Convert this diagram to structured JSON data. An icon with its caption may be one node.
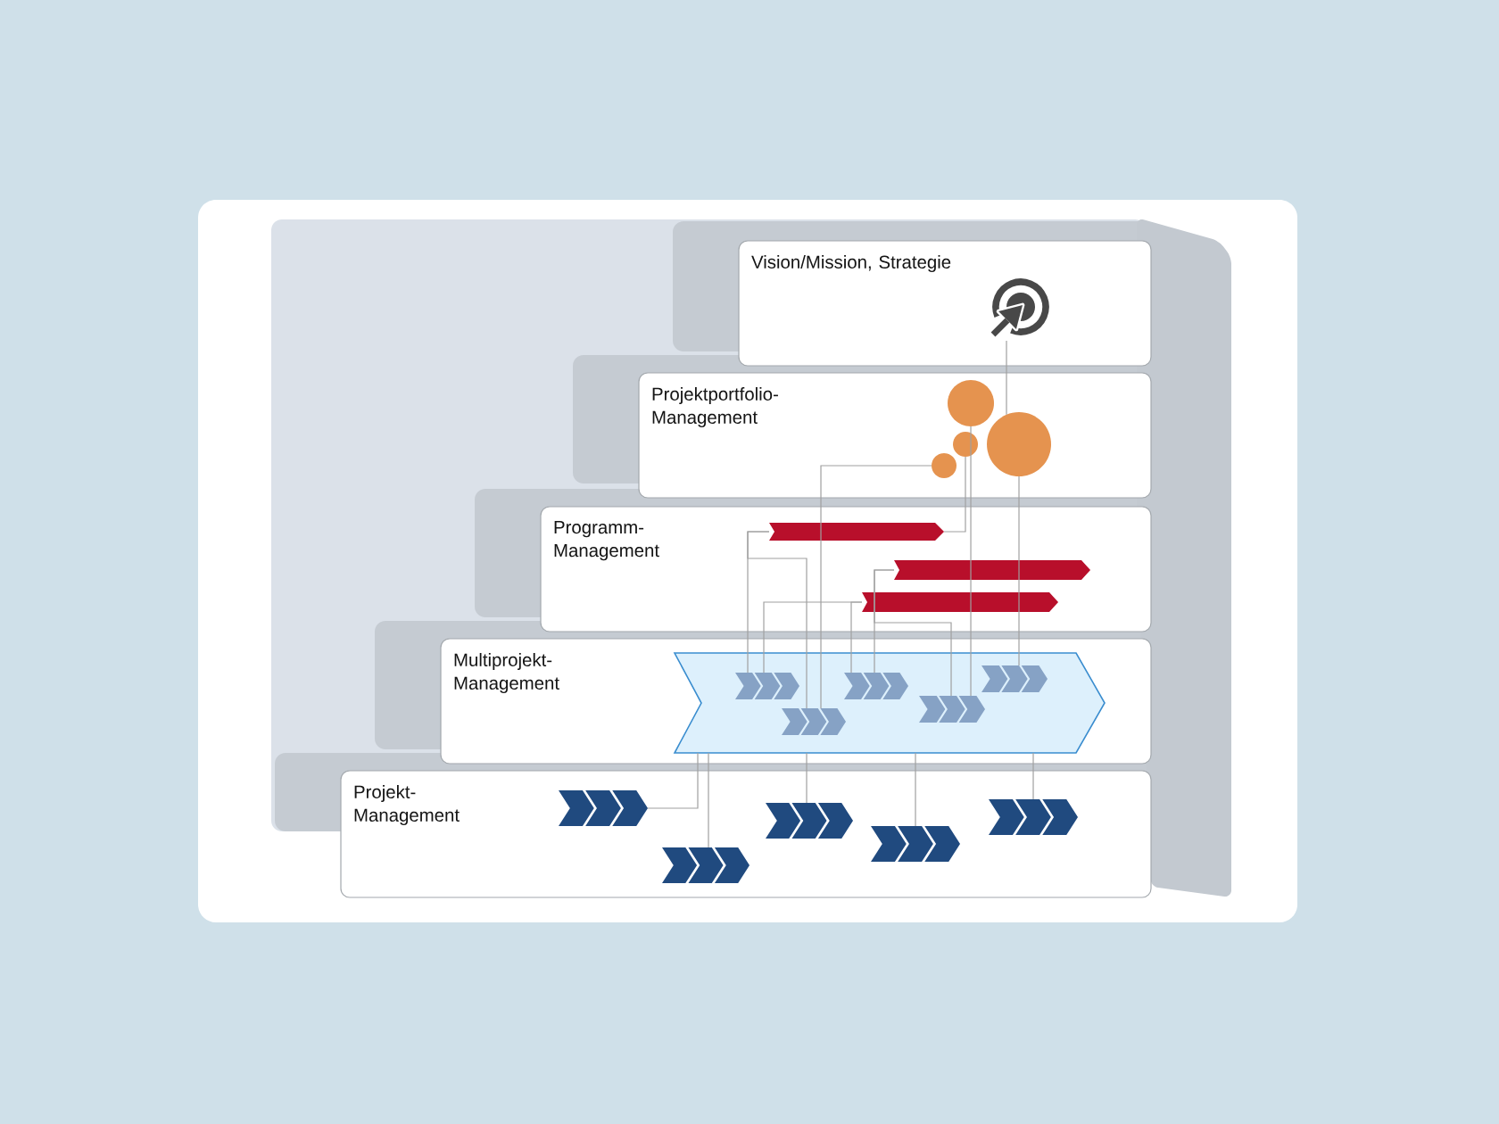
{
  "diagram": {
    "nodes": [
      {
        "text": [
          "Vision/Mission, Strategie"
        ]
      },
      {
        "text": [],
        "shape": "picture",
        "in": 0
      },
      {
        "text": [
          "Projektportfolio-Management"
        ]
      },
      {
        "text": [],
        "shape": "circle",
        "in": 2
      },
      {
        "text": [],
        "shape": "circle",
        "in": 2
      },
      {
        "text": [],
        "shape": "circle",
        "in": 2
      },
      {
        "text": [],
        "shape": "circle",
        "in": 2
      },
      {
        "text": [
          "Programm-Management"
        ]
      },
      {
        "text": [],
        "shape": "bar",
        "in": 7
      },
      {
        "text": [],
        "shape": "bar",
        "in": 7
      },
      {
        "text": [],
        "shape": "bar",
        "in": 7
      },
      {
        "text": [
          "Multiprojekt-Management"
        ]
      },
      {
        "text": [],
        "shape": "arrow",
        "in": 11
      },
      {
        "text": [],
        "shape": "chevron",
        "in": 12
      },
      {
        "text": [],
        "shape": "chevron",
        "in": 12
      },
      {
        "text": [],
        "shape": "chevron",
        "in": 12
      },
      {
        "text": [],
        "shape": "chevron",
        "in": 12
      },
      {
        "text": [],
        "shape": "chevron",
        "in": 12
      },
      {
        "text": [
          "Projekt-Management"
        ]
      },
      {
        "text": [],
        "shape": "chevron",
        "in": 18
      },
      {
        "text": [],
        "shape": "chevron",
        "in": 18
      },
      {
        "text": [],
        "shape": "chevron",
        "in": 18
      },
      {
        "text": [],
        "shape": "chevron",
        "in": 18
      },
      {
        "text": [],
        "shape": "chevron",
        "in": 18
      }
    ],
    "edges": [
      {
        "from": 1,
        "to": 5,
        "arrow": "none"
      },
      {
        "from": 4,
        "to": 8,
        "arrow": "none"
      },
      {
        "from": 3,
        "to": 16,
        "arrow": "none"
      },
      {
        "from": 5,
        "to": 17,
        "arrow": "none"
      },
      {
        "from": 6,
        "to": 14,
        "arrow": "none"
      },
      {
        "from": 8,
        "to": 13,
        "arrow": "none"
      },
      {
        "from": 8,
        "to": 14,
        "arrow": "none"
      },
      {
        "from": 9,
        "to": 15,
        "arrow": "none"
      },
      {
        "from": 9,
        "to": 16,
        "arrow": "none"
      },
      {
        "from": 10,
        "to": 13,
        "arrow": "none"
      },
      {
        "from": 10,
        "to": 15,
        "arrow": "none"
      },
      {
        "from": 12,
        "to": 19,
        "arrow": "none"
      },
      {
        "from": 12,
        "to": 20,
        "arrow": "none"
      },
      {
        "from": 12,
        "to": 21,
        "arrow": "none"
      },
      {
        "from": 12,
        "to": 22,
        "arrow": "none"
      },
      {
        "from": 12,
        "to": 23,
        "arrow": "none"
      }
    ]
  }
}
